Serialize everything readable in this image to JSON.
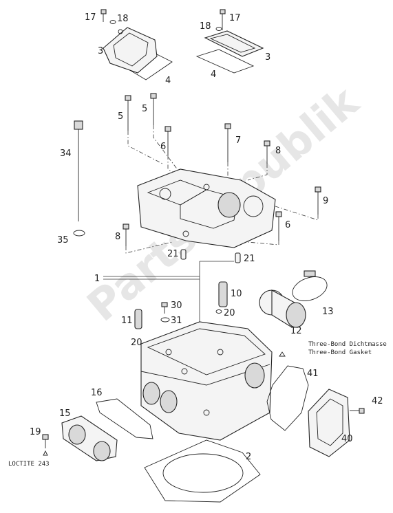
{
  "watermark": "PartsRepublik",
  "labels": {
    "l17a": "17",
    "l18a": "18",
    "l3a": "3",
    "l4a": "4",
    "l17b": "17",
    "l18b": "18",
    "l3b": "3",
    "l4b": "4",
    "l5a": "5",
    "l5b": "5",
    "l6a": "6",
    "l7": "7",
    "l8a": "8",
    "l9": "9",
    "l34": "34",
    "l35": "35",
    "l8b": "8",
    "l6b": "6",
    "l21a": "21",
    "l21b": "21",
    "l1": "1",
    "l10": "10",
    "l30": "30",
    "l31": "31",
    "l11": "11",
    "l20a": "20",
    "l20b": "20",
    "l13": "13",
    "l12": "12",
    "l41": "41",
    "l16": "16",
    "l15": "15",
    "l19": "19",
    "l2": "2",
    "l40": "40",
    "l42": "42"
  },
  "notes": {
    "threebond_dichtmasse": "Three-Bond Dichtmasse",
    "threebond_gasket": "Three-Bond Gasket",
    "loctite": "LOCTITE 243"
  }
}
